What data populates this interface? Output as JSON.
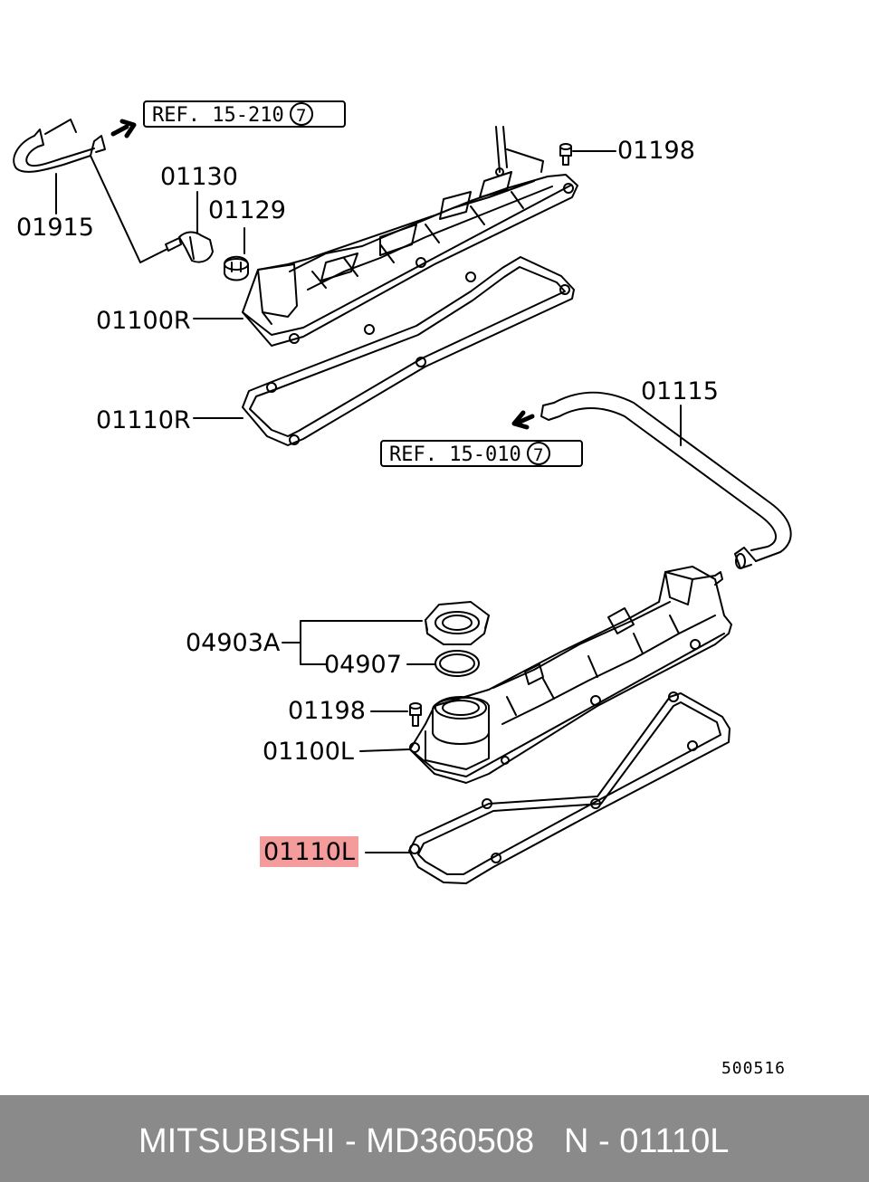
{
  "references": [
    {
      "text": "REF. 15-210",
      "circle": "7"
    },
    {
      "text": "REF. 15-010",
      "circle": "7"
    }
  ],
  "labels": {
    "p01915": "01915",
    "p01130": "01130",
    "p01129": "01129",
    "p01198_top": "01198",
    "p01100R": "01100R",
    "p01110R": "01110R",
    "p01115": "01115",
    "p04903A": "04903A",
    "p04907": "04907",
    "p01198_bottom": "01198",
    "p01100L": "01100L",
    "p01110L": "01110L"
  },
  "highlighted_part": "01110L",
  "highlight_color": "#f49c9c",
  "diagram_code": "500516",
  "footer": {
    "brand_part": "MITSUBISHI - MD360508",
    "position": "N - 01110L"
  },
  "footer_color": "#8a8a8a"
}
